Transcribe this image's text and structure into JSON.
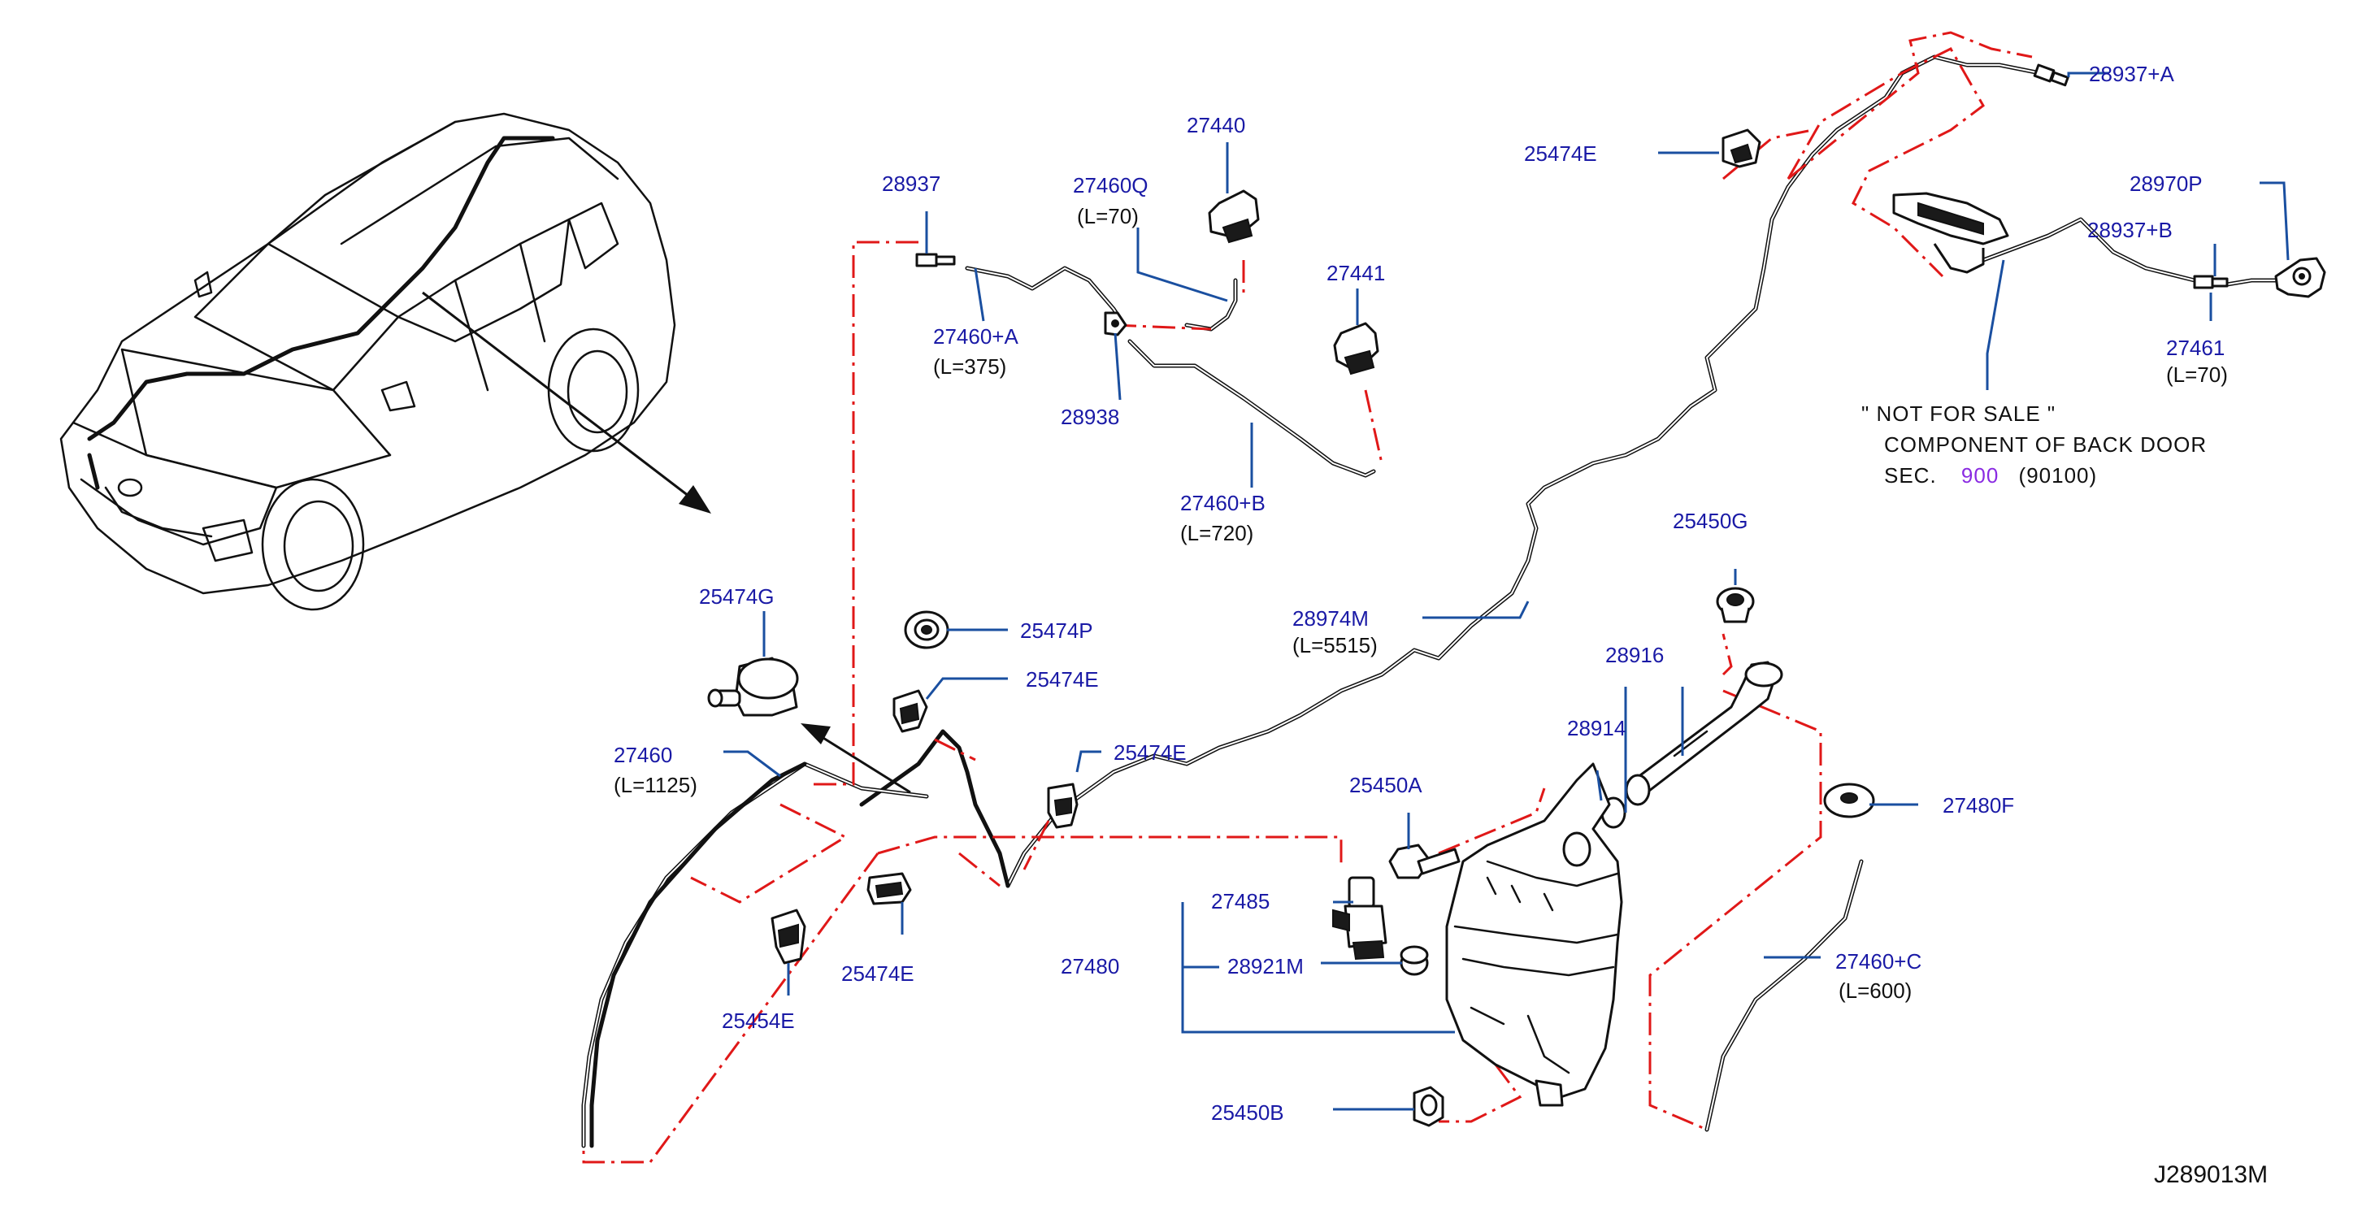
{
  "diagram": {
    "code": "J289013M",
    "note": {
      "line1": "\"  NOT  FOR  SALE  \"",
      "line2": "COMPONENT  OF  BACK  DOOR",
      "line3_prefix": "SEC.",
      "line3_sec": "900",
      "line3_suffix": "(90100)"
    },
    "parts": {
      "p28937": "28937",
      "p27440": "27440",
      "p27460q": "27460Q",
      "p27460q_len": "(L=70)",
      "p27441": "27441",
      "p27460a": "27460+A",
      "p27460a_len": "(L=375)",
      "p28938": "28938",
      "p27460b": "27460+B",
      "p27460b_len": "(L=720)",
      "p25474e_top": "25474E",
      "p28937a": "28937+A",
      "p28970p": "28970P",
      "p28937b": "28937+B",
      "p27461": "27461",
      "p27461_len": "(L=70)",
      "p25474g": "25474G",
      "p25474p": "25474P",
      "p25474e_mid": "25474E",
      "p25474e_right": "25474E",
      "p28974m": "28974M",
      "p28974m_len": "(L=5515)",
      "p25450g": "25450G",
      "p28916": "28916",
      "p28914": "28914",
      "p27460": "27460",
      "p27460_len": "(L=1125)",
      "p25450a": "25450A",
      "p27480f": "27480F",
      "p27485": "27485",
      "p27480": "27480",
      "p28921m": "28921M",
      "p25474e_low": "25474E",
      "p25454e": "25454E",
      "p27460c": "27460+C",
      "p27460c_len": "(L=600)",
      "p25450b": "25450B"
    }
  }
}
